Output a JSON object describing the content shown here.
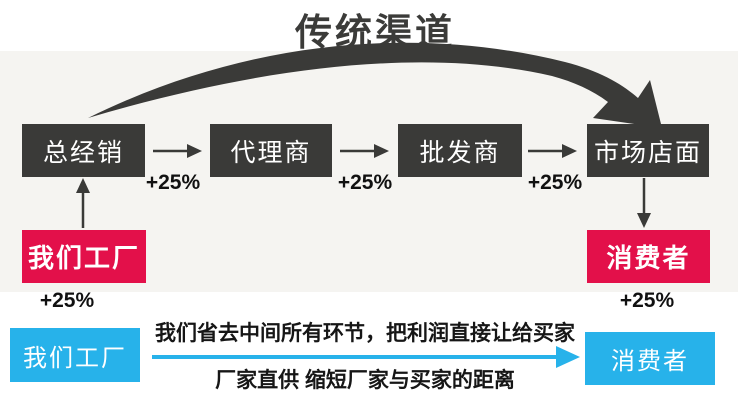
{
  "title": "传统渠道",
  "colors": {
    "box_dark": "#3a3a38",
    "box_red": "#e3104a",
    "box_cyan": "#27b2ea",
    "panel_gray": "#f5f4f1",
    "arrow_dark": "#3a3a38",
    "arrow_blue": "#27b2ea"
  },
  "traditional": {
    "nodes": [
      "总经销",
      "代理商",
      "批发商",
      "市场店面"
    ],
    "step_markups": [
      "+25%",
      "+25%",
      "+25%"
    ],
    "factory": "我们工厂",
    "factory_markup": "+25%",
    "consumer": "消费者",
    "consumer_markup": "+25%"
  },
  "direct": {
    "factory": "我们工厂",
    "consumer": "消费者",
    "line1": "我们省去中间所有环节，把利润直接让给买家",
    "line2": "厂家直供 缩短厂家与买家的距离"
  }
}
